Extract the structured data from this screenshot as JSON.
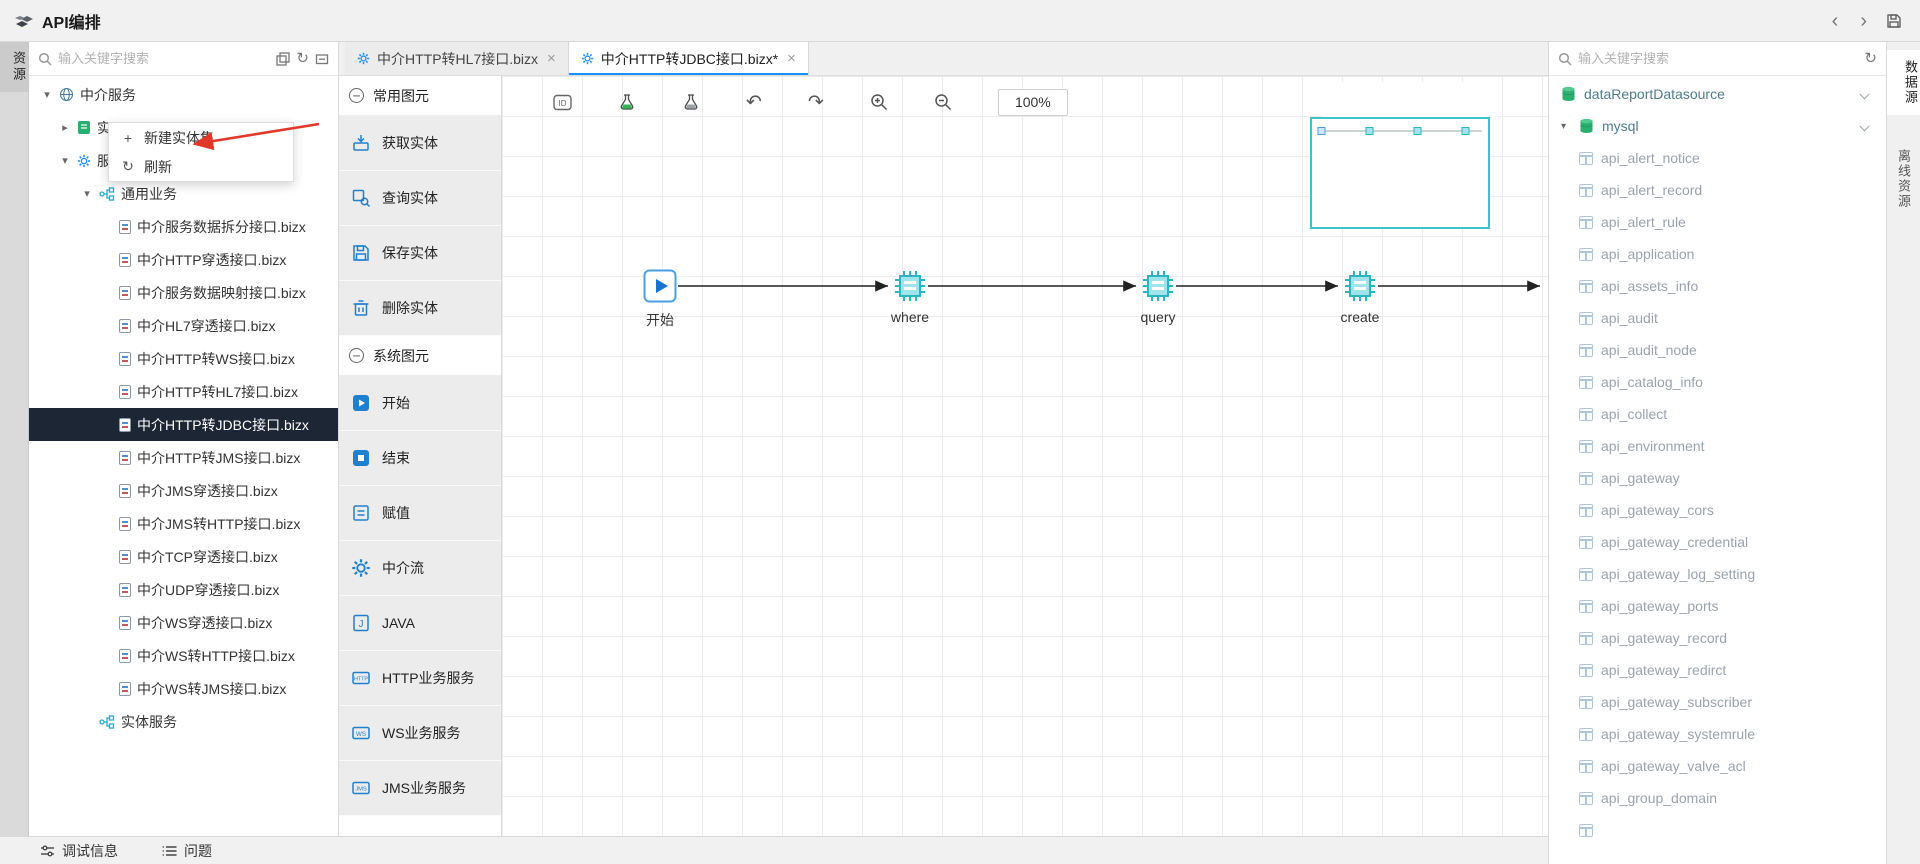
{
  "app": {
    "title": "API编排"
  },
  "icons": {
    "close": "×",
    "back": "‹",
    "forward": "›",
    "caret_down": "▾",
    "caret_right": "▸",
    "refresh": "↻",
    "undo": "↶",
    "redo": "↷",
    "plus": "+"
  },
  "left_rail": {
    "resources_tab": "资源"
  },
  "right_rail": {
    "datasource_tab": "数据源",
    "offline_tab": "离线资源"
  },
  "explorer": {
    "search_placeholder": "输入关键字搜索",
    "root_label": "中介服务",
    "entity_node_label": "实",
    "service_node_label": "服",
    "general_group_label": "通用业务",
    "entity_group_label": "实体服务",
    "files": [
      "中介服务数据拆分接口.bizx",
      "中介HTTP穿透接口.bizx",
      "中介服务数据映射接口.bizx",
      "中介HL7穿透接口.bizx",
      "中介HTTP转WS接口.bizx",
      "中介HTTP转HL7接口.bizx",
      "中介HTTP转JDBC接口.bizx",
      "中介HTTP转JMS接口.bizx",
      "中介JMS穿透接口.bizx",
      "中介JMS转HTTP接口.bizx",
      "中介TCP穿透接口.bizx",
      "中介UDP穿透接口.bizx",
      "中介WS穿透接口.bizx",
      "中介WS转HTTP接口.bizx",
      "中介WS转JMS接口.bizx"
    ],
    "selected_file": "中介HTTP转JDBC接口.bizx"
  },
  "context_menu": {
    "new_entity_set": "新建实体集",
    "refresh": "刷新"
  },
  "palette": {
    "common_section": "常用图元",
    "common_items": [
      "获取实体",
      "查询实体",
      "保存实体",
      "删除实体"
    ],
    "system_section": "系统图元",
    "system_items": [
      "开始",
      "结束",
      "赋值",
      "中介流",
      "JAVA",
      "HTTP业务服务",
      "WS业务服务",
      "JMS业务服务"
    ]
  },
  "tabs": {
    "items": [
      {
        "label": "中介HTTP转HL7接口.bizx",
        "active": false
      },
      {
        "label": "中介HTTP转JDBC接口.bizx*",
        "active": true
      }
    ]
  },
  "canvas_toolbar": {
    "zoom_level": "100%"
  },
  "flow": {
    "nodes": [
      {
        "label": "开始",
        "type": "start"
      },
      {
        "label": "where",
        "type": "chip"
      },
      {
        "label": "query",
        "type": "chip"
      },
      {
        "label": "create",
        "type": "chip"
      }
    ]
  },
  "datasource_panel": {
    "search_placeholder": "输入关键字搜索",
    "groups": [
      {
        "name": "dataReportDatasource",
        "expanded": false
      },
      {
        "name": "mysql",
        "expanded": true
      }
    ],
    "tables": [
      "api_alert_notice",
      "api_alert_record",
      "api_alert_rule",
      "api_application",
      "api_assets_info",
      "api_audit",
      "api_audit_node",
      "api_catalog_info",
      "api_collect",
      "api_environment",
      "api_gateway",
      "api_gateway_cors",
      "api_gateway_credential",
      "api_gateway_log_setting",
      "api_gateway_ports",
      "api_gateway_record",
      "api_gateway_redirct",
      "api_gateway_subscriber",
      "api_gateway_systemrule",
      "api_gateway_valve_acl",
      "api_group_domain"
    ]
  },
  "statusbar": {
    "debug_label": "调试信息",
    "problems_label": "问题"
  },
  "colors": {
    "accent_blue": "#1890ff",
    "node_cyan": "#35c3ce",
    "db_green": "#2aaf70",
    "annotation_red": "#e2382a",
    "selection_dark": "#1d2634"
  }
}
